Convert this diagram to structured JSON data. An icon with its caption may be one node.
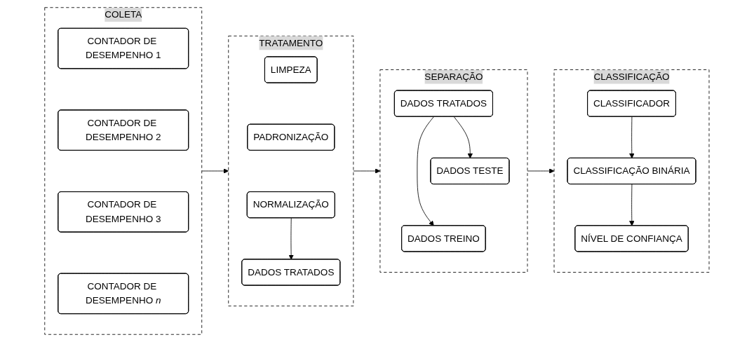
{
  "diagram": {
    "nodes": [
      {
        "text": [
          "COLETA"
        ]
      },
      {
        "text": [
          "CONTADOR DE DESEMPENHO 1"
        ],
        "in": 0
      },
      {
        "text": [
          "CONTADOR DE DESEMPENHO 2"
        ],
        "in": 0
      },
      {
        "text": [
          "CONTADOR DE DESEMPENHO 3"
        ],
        "in": 0
      },
      {
        "text": [
          "CONTADOR DE DESEMPENHO *n*"
        ],
        "in": 0
      },
      {
        "text": [
          "TRATAMENTO"
        ]
      },
      {
        "text": [
          "LIMPEZA"
        ],
        "in": 5
      },
      {
        "text": [
          "PADRONIZAÇÃO"
        ],
        "in": 5
      },
      {
        "text": [
          "NORMALIZAÇÃO"
        ],
        "in": 5
      },
      {
        "text": [
          "DADOS TRATADOS"
        ],
        "in": 5
      },
      {
        "text": [
          "SEPARAÇÃO"
        ]
      },
      {
        "text": [
          "DADOS TRATADOS"
        ],
        "in": 10
      },
      {
        "text": [
          "DADOS TESTE"
        ],
        "in": 10
      },
      {
        "text": [
          "DADOS TREINO"
        ],
        "in": 10
      },
      {
        "text": [
          "CLASSIFICAÇÃO"
        ]
      },
      {
        "text": [
          "CLASSIFICADOR"
        ],
        "in": 14
      },
      {
        "text": [
          "CLASSIFICAÇÃO BINÁRIA"
        ],
        "in": 14
      },
      {
        "text": [
          "NÍVEL DE CONFIANÇA"
        ],
        "in": 14
      }
    ],
    "edges": [
      {
        "from": 0,
        "to": 5,
        "arrow": "to"
      },
      {
        "from": 5,
        "to": 10,
        "arrow": "to"
      },
      {
        "from": 10,
        "to": 14,
        "arrow": "to"
      },
      {
        "from": 8,
        "to": 9,
        "arrow": "to"
      },
      {
        "from": 11,
        "to": 12,
        "arrow": "to"
      },
      {
        "from": 11,
        "to": 13,
        "arrow": "to"
      },
      {
        "from": 15,
        "to": 16,
        "arrow": "to"
      },
      {
        "from": 16,
        "to": 17,
        "arrow": "to"
      }
    ]
  }
}
